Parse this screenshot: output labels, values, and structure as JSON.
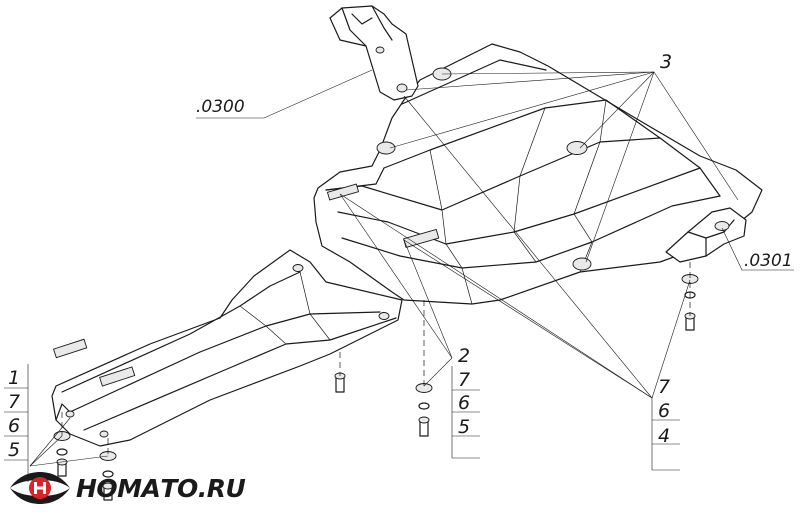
{
  "part_codes": {
    "bracket_top": ".0300",
    "bracket_right": ".0301"
  },
  "callouts": {
    "plate_group": "3",
    "stack_right": [
      "7",
      "6",
      "4"
    ],
    "stack_middle": [
      "2",
      "7",
      "6",
      "5"
    ],
    "stack_left": [
      "1",
      "7",
      "6",
      "5"
    ]
  },
  "brand": {
    "text": "НОМАТО.RU",
    "accent": "#d8232a"
  }
}
